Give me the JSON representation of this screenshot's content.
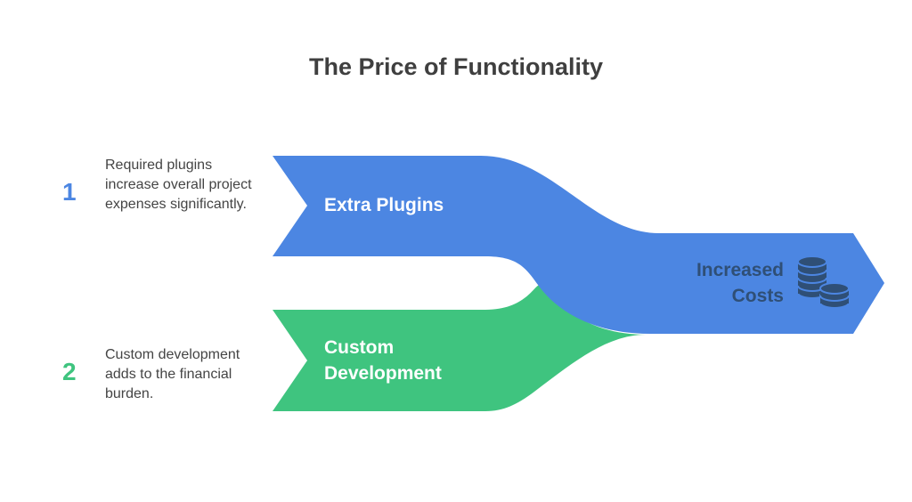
{
  "title": "The Price of Functionality",
  "steps": [
    {
      "number": "1",
      "description": "Required plugins increase overall project expenses significantly.",
      "label": "Extra Plugins",
      "color": "#4c86e2"
    },
    {
      "number": "2",
      "description": "Custom development adds to the financial burden.",
      "label": "Custom Development",
      "color": "#3fc47f"
    }
  ],
  "result": {
    "label": "Increased Costs",
    "icon": "coins-stack-icon",
    "icon_color": "#2f4f76"
  }
}
